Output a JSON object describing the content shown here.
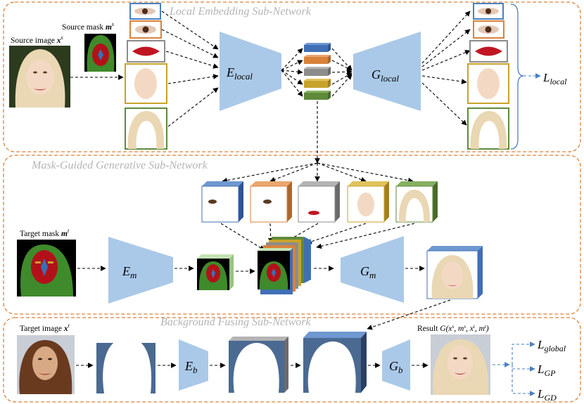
{
  "sections": {
    "local": "Local Embedding Sub-Network",
    "mask_guided": "Mask-Guided Generative Sub-Network",
    "background": "Background Fusing Sub-Network"
  },
  "labels": {
    "source_image": "Source image",
    "source_image_sym": "x",
    "source_image_sup": "s",
    "source_mask": "Source mask",
    "source_mask_sym": "m",
    "source_mask_sup": "s",
    "target_mask": "Target mask",
    "target_mask_sym": "m",
    "target_mask_sup": "t",
    "target_image": "Target image",
    "target_image_sym": "x",
    "target_image_sup": "t",
    "result": "Result",
    "result_formula": "G(x",
    "result_formula_rest": ", m",
    "result_formula_rest2": ", x",
    "result_formula_rest3": ", m",
    "result_sup_s": "s",
    "result_sup_t": "t",
    "result_close": ")"
  },
  "networks": {
    "e_local": {
      "base": "E",
      "sub": "local"
    },
    "g_local": {
      "base": "G",
      "sub": "local"
    },
    "e_m": {
      "base": "E",
      "sub": "m"
    },
    "g_m": {
      "base": "G",
      "sub": "m"
    },
    "e_b": {
      "base": "E",
      "sub": "b"
    },
    "g_b": {
      "base": "G",
      "sub": "b"
    }
  },
  "losses": {
    "local": {
      "base": "L",
      "sub": "local"
    },
    "global": {
      "base": "L",
      "sub": "global"
    },
    "gp": {
      "base": "L",
      "sub": "GP"
    },
    "gd": {
      "base": "L",
      "sub": "GD"
    }
  },
  "colors": {
    "section_border": "#d9823b",
    "network": "#aac9e8",
    "arrow_blue": "#4a7fc0",
    "eye_box": "#4a7fc0",
    "eye2_box": "#d9823b",
    "lip_box": "#8c8c8c",
    "face_box": "#c8a32a",
    "hair_box": "#5f8a3a",
    "code_blue": "#3f6fb5",
    "code_orange": "#d9823b",
    "code_gray": "#8c8c8c",
    "code_gold": "#c8a32a",
    "code_green": "#5f8a3a",
    "mask_red": "#b3111a",
    "mask_green": "#3f8a2a",
    "skin": "#f3d9c4",
    "hair": "#ead7b3"
  }
}
